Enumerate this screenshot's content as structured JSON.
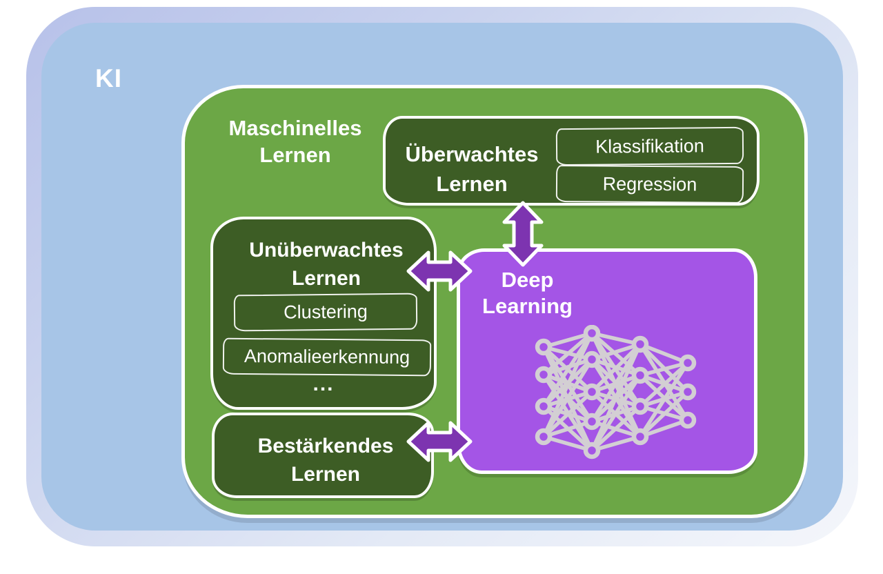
{
  "boxes": {
    "ki": {
      "label": "KI"
    },
    "ml": {
      "line1": "Maschinelles",
      "line2": "Lernen"
    },
    "supervised": {
      "line1": "Überwachtes",
      "line2": "Lernen",
      "items": [
        "Klassifikation",
        "Regression"
      ]
    },
    "unsupervised": {
      "line1": "Unüberwachtes",
      "line2": "Lernen",
      "items": [
        "Clustering",
        "Anomalieerkennung"
      ],
      "ellipsis": "..."
    },
    "reinforcement": {
      "line1": "Bestärkendes",
      "line2": "Lernen"
    },
    "deep": {
      "line1": "Deep",
      "line2": "Learning"
    }
  },
  "icons": {
    "neural_network": "neural-network-icon",
    "arrows": [
      "double-arrow-vertical-icon",
      "double-arrow-horizontal-icon",
      "double-arrow-horizontal-icon"
    ]
  },
  "colors": {
    "page_bg": "#ffffff",
    "outer_border": "#b7c1e9",
    "ki_fill": "#a7c5e7",
    "ml_green": "#6ca746",
    "dark_green": "#3d5d25",
    "deep_purple": "#a455e6",
    "arrow_purple": "#7d34b0",
    "network_gray": "#d3cfd3",
    "text_white": "#ffffff"
  }
}
